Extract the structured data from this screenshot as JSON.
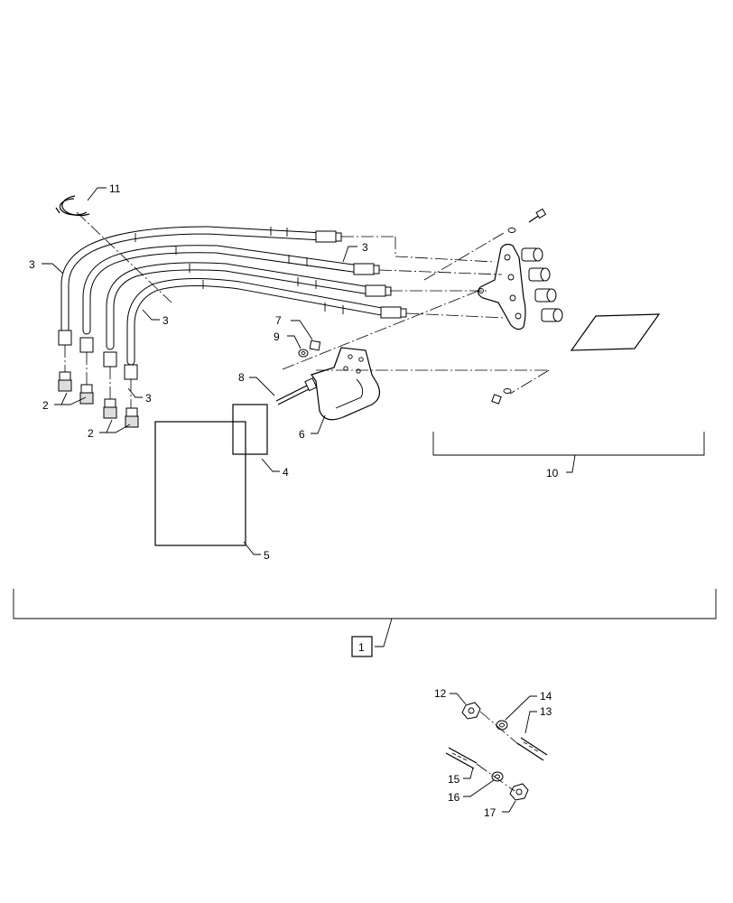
{
  "callouts": {
    "c1": "1",
    "c2a": "2",
    "c2b": "2",
    "c3a": "3",
    "c3b": "3",
    "c3c": "3",
    "c3d": "3",
    "c4": "4",
    "c5": "5",
    "c6": "6",
    "c7": "7",
    "c8": "8",
    "c9": "9",
    "c10": "10",
    "c11": "11",
    "c12": "12",
    "c13": "13",
    "c14": "14",
    "c15": "15",
    "c16": "16",
    "c17": "17"
  }
}
